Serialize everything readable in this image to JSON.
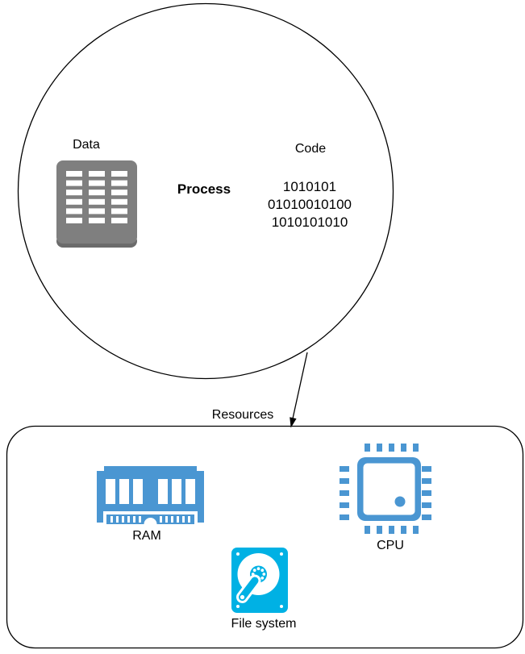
{
  "diagram": {
    "process_circle": {
      "data_label": "Data",
      "process_label": "Process",
      "code_label": "Code",
      "binary_lines": [
        "1010101",
        "01010010100",
        "1010101010"
      ]
    },
    "arrow_label": "Resources",
    "resources_box": {
      "ram_label": "RAM",
      "cpu_label": "CPU",
      "filesystem_label": "File system"
    }
  },
  "icons": {
    "data": "data-table-icon",
    "ram": "ram-module-icon",
    "cpu": "cpu-chip-icon",
    "filesystem": "hard-disk-icon"
  },
  "colors": {
    "stroke": "#000000",
    "icon_blue": "#4a96d2",
    "icon_cyan": "#00b1e4",
    "icon_gray": "#7f7f7f",
    "icon_gray_dark": "#6b6b6b",
    "white": "#ffffff"
  }
}
